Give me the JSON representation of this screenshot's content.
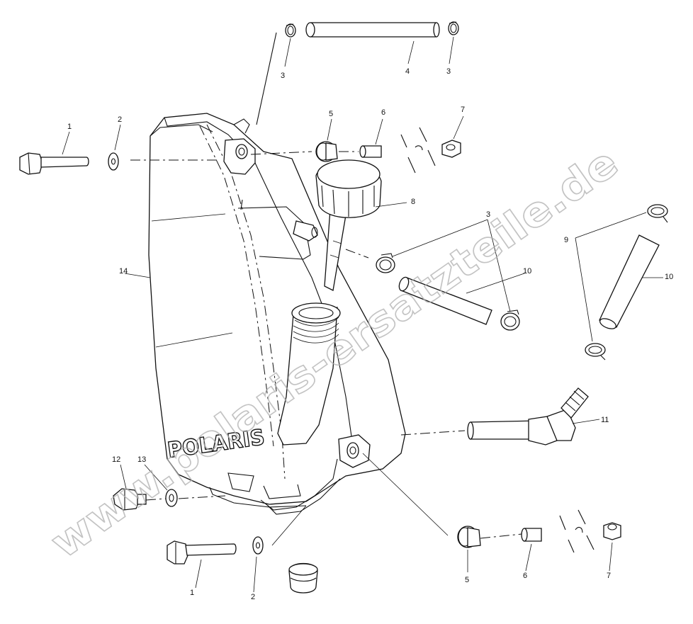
{
  "brand_text": "POLARIS",
  "watermark_text": "www.polaris-ersatzteile.de",
  "callouts": {
    "c1a": "1",
    "c1b": "1",
    "c2a": "2",
    "c2b": "2",
    "c3a": "3",
    "c3b": "3",
    "c3c": "3",
    "c4": "4",
    "c5a": "5",
    "c5b": "5",
    "c6a": "6",
    "c6b": "6",
    "c7a": "7",
    "c7b": "7",
    "c8": "8",
    "c9": "9",
    "c10a": "10",
    "c10b": "10",
    "c11": "11",
    "c12": "12",
    "c13": "13",
    "c14": "14"
  }
}
